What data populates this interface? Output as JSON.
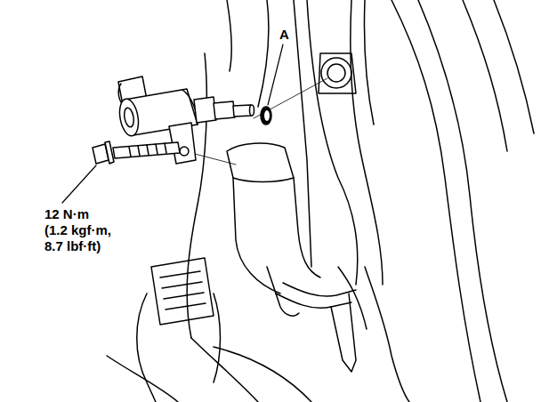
{
  "diagram": {
    "labels": [
      "A",
      "12 N·m",
      "(1.2 kgf·m,",
      "8.7 lbf·ft)"
    ]
  }
}
